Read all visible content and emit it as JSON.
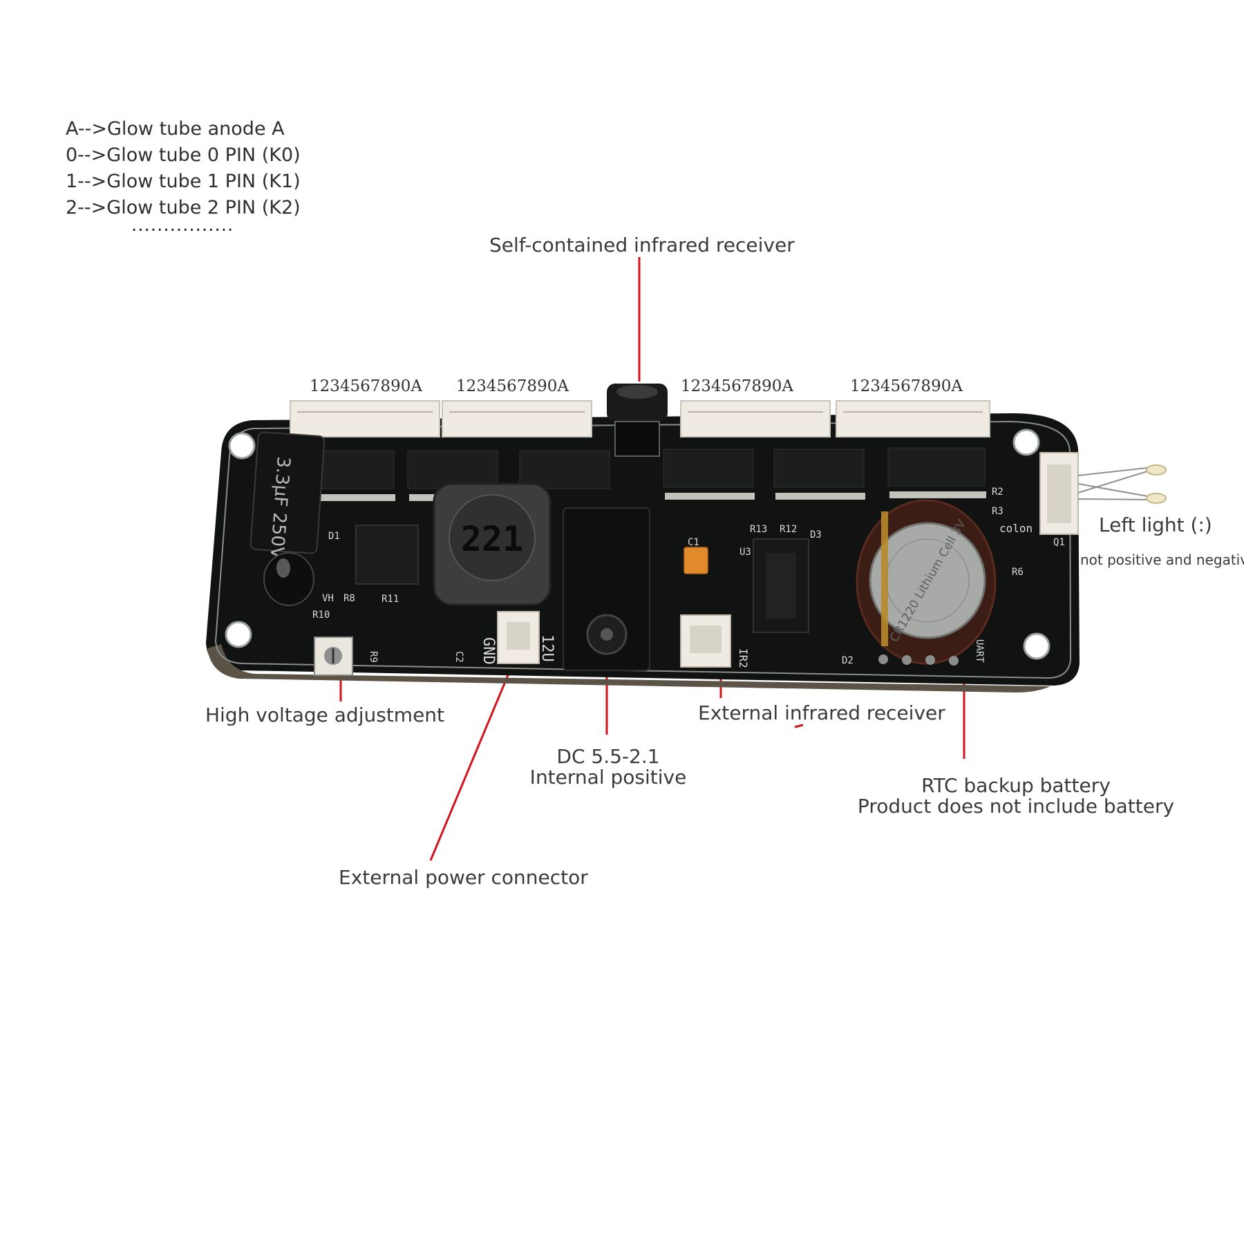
{
  "legend": {
    "lines": [
      "A-->Glow tube anode A",
      "0-->Glow tube 0 PIN (K0)",
      "1-->Glow tube 1 PIN (K1)",
      "2-->Glow tube 2 PIN (K2)"
    ],
    "ellipsis": "................"
  },
  "connector_labels": [
    "1234567890A",
    "1234567890A",
    "1234567890A",
    "1234567890A"
  ],
  "callouts": {
    "ir_internal": "Self-contained infrared receiver",
    "left_light": "Left light (:)",
    "left_light_note": "not positive and negative",
    "hv_adjust": "High voltage adjustment",
    "ir_external": "External infrared receiver",
    "dc_jack_line1": "DC 5.5-2.1",
    "dc_jack_line2": "Internal positive",
    "rtc_line1": "RTC backup battery",
    "rtc_line2": "Product does not include battery",
    "power_connector": "External power connector"
  },
  "board": {
    "capacitor": "3.3µF 250V",
    "inductor": "221",
    "battery": "CR1220 Lithium Cell 3V",
    "silkscreen": {
      "gnd": "GND",
      "v12": "12U",
      "ir2": "IR2",
      "colon": "colon",
      "c1": "C1",
      "u3": "U3",
      "r13": "R13",
      "r12": "R12",
      "d3": "D3",
      "d1": "D1",
      "vh": "VH",
      "r8": "R8",
      "r11": "R11",
      "r10": "R10",
      "r9": "R9",
      "c2": "C2",
      "d2": "D2",
      "r2": "R2",
      "r3": "R3",
      "q1": "Q1",
      "r6": "R6",
      "uart": "UART"
    }
  },
  "colors": {
    "leader": "#d3111b",
    "pcb": "#101312",
    "connector": "#efebe2"
  }
}
